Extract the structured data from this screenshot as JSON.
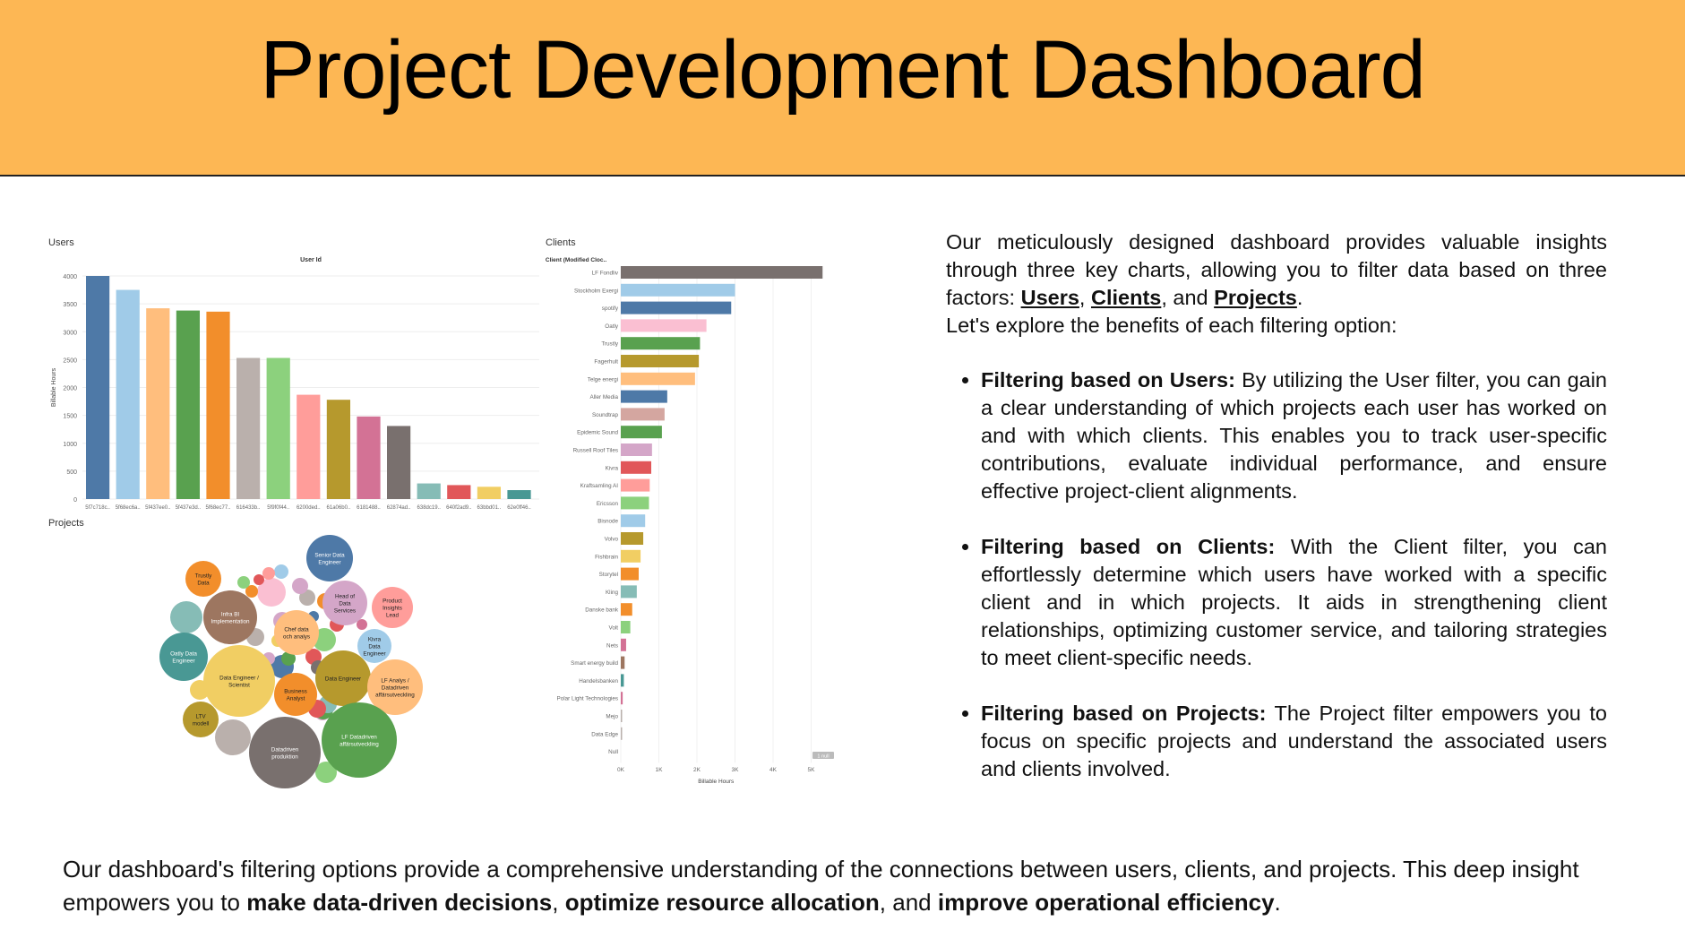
{
  "header": {
    "title": "Project Development Dashboard",
    "bg": "#fdb754"
  },
  "users_chart": {
    "section_label": "Users",
    "header_label": "User Id",
    "ylabel": "Billable Hours",
    "yticks": [
      "4000",
      "3500",
      "3000",
      "2500",
      "2000",
      "1500",
      "1000",
      "500",
      "0"
    ],
    "bars": [
      {
        "label": "5f7c718c..",
        "value": 4000,
        "color": "#4e79a7"
      },
      {
        "label": "5f68ec6a..",
        "value": 3750,
        "color": "#a0cbe8"
      },
      {
        "label": "5f437ee0..",
        "value": 3420,
        "color": "#ffbe7d"
      },
      {
        "label": "5f437e3d..",
        "value": 3380,
        "color": "#59a14f"
      },
      {
        "label": "5f68ec77..",
        "value": 3360,
        "color": "#f28e2b"
      },
      {
        "label": "616433b..",
        "value": 2530,
        "color": "#bab0ac"
      },
      {
        "label": "5f9f0f44..",
        "value": 2530,
        "color": "#8cd17d"
      },
      {
        "label": "6200ded..",
        "value": 1870,
        "color": "#ff9d9a"
      },
      {
        "label": "61a06b0..",
        "value": 1780,
        "color": "#b6992d"
      },
      {
        "label": "6181488..",
        "value": 1480,
        "color": "#d37295"
      },
      {
        "label": "62874ad..",
        "value": 1310,
        "color": "#79706e"
      },
      {
        "label": "638dc19..",
        "value": 280,
        "color": "#86bcb6"
      },
      {
        "label": "640f2ad9..",
        "value": 250,
        "color": "#e15759"
      },
      {
        "label": "63bbd01..",
        "value": 220,
        "color": "#f1ce63"
      },
      {
        "label": "62e0ff46..",
        "value": 160,
        "color": "#499894"
      }
    ]
  },
  "clients_chart": {
    "section_label": "Clients",
    "header_label": "Client (Modified Cloc..",
    "xlabel": "Billable Hours",
    "xticks": [
      "0K",
      "1K",
      "2K",
      "3K",
      "4K",
      "5K"
    ],
    "null_badge": "1 null",
    "bars": [
      {
        "label": "LF Fondliv",
        "value": 5300,
        "color": "#79706e"
      },
      {
        "label": "Stockholm Exergi",
        "value": 3000,
        "color": "#a0cbe8"
      },
      {
        "label": "spotify",
        "value": 2900,
        "color": "#4e79a7"
      },
      {
        "label": "Oatly",
        "value": 2250,
        "color": "#fabfd2"
      },
      {
        "label": "Trustly",
        "value": 2080,
        "color": "#59a14f"
      },
      {
        "label": "Fagerhult",
        "value": 2050,
        "color": "#b6992d"
      },
      {
        "label": "Telge energi",
        "value": 1950,
        "color": "#ffbe7d"
      },
      {
        "label": "Aller Media",
        "value": 1220,
        "color": "#4e79a7"
      },
      {
        "label": "Soundtrap",
        "value": 1150,
        "color": "#d4a6a0"
      },
      {
        "label": "Epidemic Sound",
        "value": 1080,
        "color": "#59a14f"
      },
      {
        "label": "Russell Roof Tiles",
        "value": 820,
        "color": "#d4a6c8"
      },
      {
        "label": "Kivra",
        "value": 800,
        "color": "#e15759"
      },
      {
        "label": "Kraftsamling AI",
        "value": 760,
        "color": "#ff9d9a"
      },
      {
        "label": "Ericsson",
        "value": 740,
        "color": "#8cd17d"
      },
      {
        "label": "Bisnode",
        "value": 640,
        "color": "#a0cbe8"
      },
      {
        "label": "Volvo",
        "value": 590,
        "color": "#b6992d"
      },
      {
        "label": "Fishbrain",
        "value": 520,
        "color": "#f1ce63"
      },
      {
        "label": "Storytel",
        "value": 470,
        "color": "#f28e2b"
      },
      {
        "label": "Kling",
        "value": 420,
        "color": "#86bcb6"
      },
      {
        "label": "Danske bank",
        "value": 300,
        "color": "#f28e2b"
      },
      {
        "label": "Volt",
        "value": 250,
        "color": "#8cd17d"
      },
      {
        "label": "Nets",
        "value": 140,
        "color": "#d37295"
      },
      {
        "label": "Smart energy build",
        "value": 100,
        "color": "#9d7660"
      },
      {
        "label": "Handelsbanken",
        "value": 80,
        "color": "#499894"
      },
      {
        "label": "Polar Light Technologies",
        "value": 50,
        "color": "#d37295"
      },
      {
        "label": "Mejo",
        "value": 30,
        "color": "#bab0ac"
      },
      {
        "label": "Data Edge",
        "value": 10,
        "color": "#bab0ac"
      },
      {
        "label": "Null",
        "value": 0,
        "color": "#bab0ac"
      }
    ]
  },
  "projects_chart": {
    "section_label": "Projects",
    "bubbles": [
      {
        "label": "Trustly Data",
        "color": "#f28e2b",
        "text_color": "#222"
      },
      {
        "label": "Infra BI Implementation",
        "color": "#9d7660",
        "text_color": "#fff"
      },
      {
        "label": "Senior Data Engineer",
        "color": "#4e79a7",
        "text_color": "#fff"
      },
      {
        "label": "Head of Data Services",
        "color": "#d4a6c8",
        "text_color": "#222"
      },
      {
        "label": "Product Insights Lead",
        "color": "#ff9d9a",
        "text_color": "#222"
      },
      {
        "label": "Chef data och analys",
        "color": "#ffbe7d",
        "text_color": "#222"
      },
      {
        "label": "Oatly Data Engineer",
        "color": "#499894",
        "text_color": "#fff"
      },
      {
        "label": "Kivra Data Engineer",
        "color": "#a0cbe8",
        "text_color": "#222"
      },
      {
        "label": "Data Engineer / Scientist",
        "color": "#f1ce63",
        "text_color": "#222"
      },
      {
        "label": "Data Engineer",
        "color": "#b6992d",
        "text_color": "#222"
      },
      {
        "label": "LF Analys / Datadriven affärsutveckling",
        "color": "#ffbe7d",
        "text_color": "#222"
      },
      {
        "label": "Business Analyst",
        "color": "#f28e2b",
        "text_color": "#222"
      },
      {
        "label": "LTV modell",
        "color": "#b6992d",
        "text_color": "#222"
      },
      {
        "label": "Datadriven produktion",
        "color": "#79706e",
        "text_color": "#fff"
      },
      {
        "label": "LF Datadriven affärsutveckling",
        "color": "#59a14f",
        "text_color": "#fff"
      }
    ]
  },
  "description": {
    "intro_before": "Our meticulously designed dashboard provides valuable insights through three key charts, allowing you to filter data based on three factors: ",
    "link_users": "Users",
    "sep1": ", ",
    "link_clients": "Clients",
    "sep2": ", and ",
    "link_projects": "Projects",
    "end": ".",
    "intro2": "Let's explore the benefits of each filtering option:",
    "bullets": [
      {
        "title": "Filtering based on Users:",
        "text": "  By utilizing the User filter, you can gain a clear understanding of which projects each user has worked on and with which clients. This enables you to track user-specific contributions, evaluate individual performance, and ensure effective project-client alignments."
      },
      {
        "title": "Filtering based on Clients:",
        "text": " With the Client filter, you can effortlessly determine which users have worked with a specific client and in which projects. It aids in strengthening client relationships, optimizing customer service, and tailoring strategies to meet client-specific needs."
      },
      {
        "title": "Filtering based on Projects:",
        "text": " The Project filter empowers you to focus on specific projects and understand the associated users and clients involved."
      }
    ]
  },
  "footer": {
    "text1": "Our dashboard's filtering options provide a comprehensive understanding of the connections between users, clients, and projects. This deep insight empowers you to ",
    "b1": "make data-driven decisions",
    "sep1": ", ",
    "b2": "optimize resource allocation",
    "sep2": ", and ",
    "b3": "improve operational efficiency",
    "end": "."
  }
}
